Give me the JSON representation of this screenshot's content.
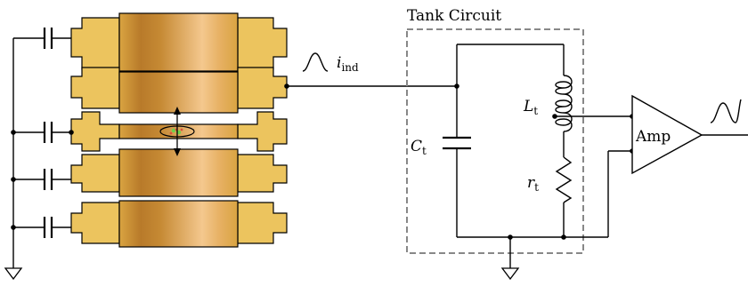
{
  "labels": {
    "tank_title": "Tank Circuit",
    "i_main": "i",
    "i_sub": "ind",
    "c_main": "C",
    "c_sub": "t",
    "l_main": "L",
    "l_sub": "t",
    "r_main": "r",
    "r_sub": "t",
    "amp": "Amp"
  },
  "colors": {
    "electrode_edge": "#e0b24a",
    "electrode_mid": "#f2c88c",
    "electrode_dark": "#a8701e",
    "flange": "#ecc45e",
    "tank_box": "#888888",
    "ion_green": "#6cd24a",
    "ion_red": "#d8503c"
  },
  "icons": {
    "signal_wave": "sine-wave-icon",
    "ground": "ground-icon",
    "ion_motion": "double-arrow-icon"
  }
}
